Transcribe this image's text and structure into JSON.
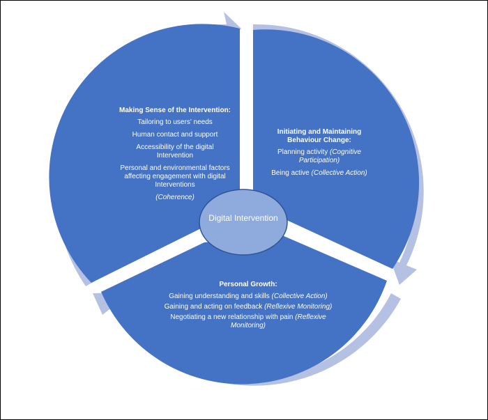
{
  "colors": {
    "segment_fill": "#4472c4",
    "arrow_fill": "#b4c1e2",
    "center_fill": "#8faadc",
    "text": "#ffffff"
  },
  "center": {
    "label": "Digital Intervention"
  },
  "segments": [
    {
      "id": "left",
      "title": "Making Sense of the Intervention:",
      "items": [
        {
          "text": "Tailoring to users' needs",
          "concept": ""
        },
        {
          "text": "Human contact and support",
          "concept": ""
        },
        {
          "text": "Accessibility of the digital Intervention",
          "concept": ""
        },
        {
          "text": "Personal and environmental factors affecting engagement with digital Interventions",
          "concept": ""
        }
      ],
      "concept": "(Coherence)"
    },
    {
      "id": "right",
      "title": "Initiating and Maintaining Behaviour Change:",
      "items": [
        {
          "text": "Planning activity ",
          "concept": "(Cognitive Participation)"
        },
        {
          "text": "Being active ",
          "concept": "(Collective Action)"
        }
      ],
      "concept": ""
    },
    {
      "id": "bottom",
      "title": "Personal Growth:",
      "items": [
        {
          "text": "Gaining understanding and skills  ",
          "concept": "(Collective Action)"
        },
        {
          "text": "Gaining and acting on feedback ",
          "concept": "(Reflexive Monitoring)"
        },
        {
          "text": "Negotiating a new relationship with pain ",
          "concept": "(Reflexive Monitoring)"
        }
      ],
      "concept": ""
    }
  ]
}
